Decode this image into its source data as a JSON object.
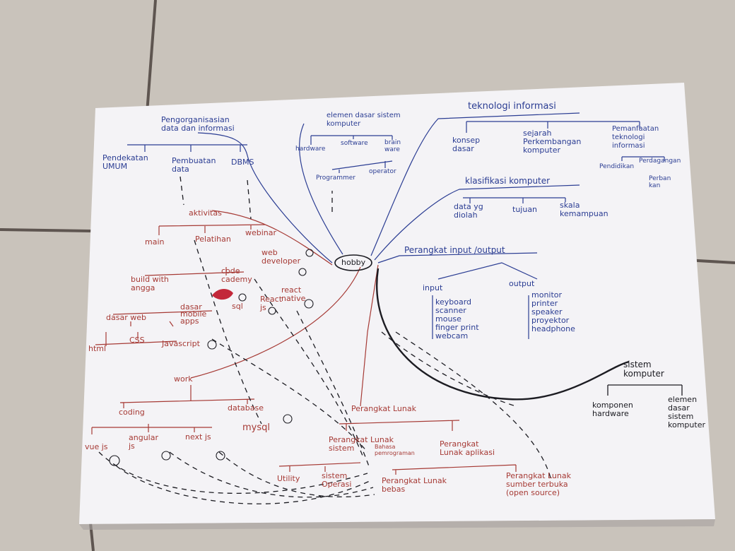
{
  "colors": {
    "floor": "#c9c3bb",
    "paper": "#f4f3f6",
    "blue_ink": "#2b3d93",
    "red_ink": "#a63a35",
    "black_ink": "#1c1c22"
  },
  "center": "hobby",
  "blue": {
    "pengorganisasian": "Pengorganisasian\ndata dan informasi",
    "pendekatan_umum": "Pendekatan\nUMUM",
    "pembuatan_data": "Pembuatan\ndata",
    "dbms": "DBMS",
    "elemen_dasar": "elemen dasar sistem\nkomputer",
    "hardware": "hardware",
    "software": "software",
    "brainware": "brain\nware",
    "programmer": "Programmer",
    "operator": "operator",
    "teknologi_informasi": "teknologi informasi",
    "konsep_dasar": "konsep\ndasar",
    "sejarah": "sejarah\nPerkembangan\nkomputer",
    "pemanfaatan": "Pemanfaatan\nteknologi\ninformasi",
    "pendidikan": "Pendidikan",
    "perdagangan": "Perdagangan",
    "perbankan": "Perban\nkan",
    "klasifikasi": "klasifikasi komputer",
    "data_diolah": "data yg\ndiolah",
    "tujuan": "tujuan",
    "skala": "skala\nkemampuan",
    "perangkat_io": "Perangkat input /output",
    "input": "input",
    "output": "output",
    "input_items": "keyboard\nscanner\nmouse\nfinger print\nwebcam",
    "output_items": "monitor\nprinter\nspeaker\nproyektor\nheadphone"
  },
  "red": {
    "aktivitas": "aktivitas",
    "main": "main",
    "pelatihan": "Pelatihan",
    "webinar": "webinar",
    "web_developer": "web\ndeveloper",
    "buildwith": "build with\nangga",
    "codecademy": "code\ncademy",
    "sql": "sql",
    "react_js": "React\njs",
    "react_native": "react\nnative",
    "dasar_web": "dasar web",
    "dasar_mobile": "dasar\nmobile\napps",
    "html": "html",
    "css": "CSS",
    "javascript": "Javascript",
    "work": "work",
    "coding": "coding",
    "database": "database",
    "mysql": "mysql",
    "vue": "vue js",
    "angular": "angular\njs",
    "next": "next js",
    "perangkat_lunak": "Perangkat Lunak",
    "pl_sistem": "Perangkat Lunak\nsistem",
    "pl_aplikasi": "Perangkat\nLunak aplikasi",
    "bahasa_pemrograman": "Bahasa\npemrograman",
    "utility": "Utility",
    "sistem_operasi": "sistem\nOperasi",
    "pl_bebas": "Perangkat Lunak\nbebas",
    "pl_sumber_terbuka": "Perangkat Lunak\nsumber terbuka\n(open source)"
  },
  "black": {
    "sistem_komputer": "sistem\nkomputer",
    "komponen_hardware": "komponen\nhardware",
    "elemen_dasar_sk": "elemen\ndasar\nsistem\nkomputer"
  }
}
